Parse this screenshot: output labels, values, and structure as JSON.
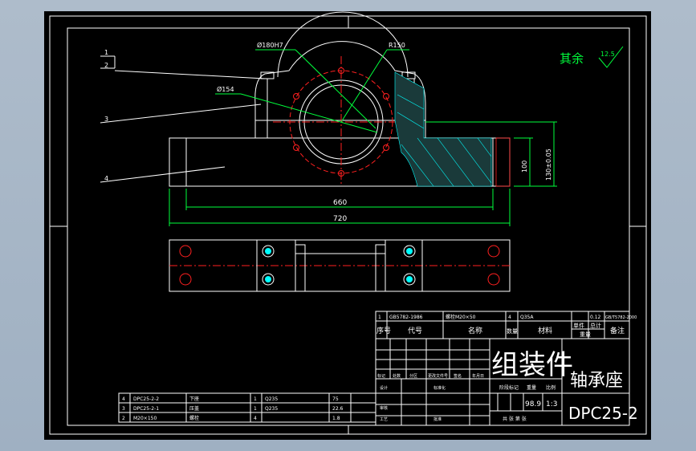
{
  "drawing": {
    "note_label": "其余",
    "roughness": "12.5",
    "dim_bore": "Ø180H7",
    "dim_radius": "R150",
    "dim_bolt_circle": "Ø154",
    "dim_660": "660",
    "dim_720": "720",
    "dim_100": "100",
    "dim_130": "130±0.05",
    "balloons": [
      "1",
      "2",
      "3",
      "4"
    ]
  },
  "title_block": {
    "header_row": {
      "no": "1",
      "code": "GB5782-1986",
      "name": "螺栓M20×50",
      "qty": "4",
      "mat": "Q35A",
      "unit_wt": "0.12",
      "note": "GB/T5782-2000"
    },
    "col_no": "序号",
    "col_code": "代号",
    "col_name": "名称",
    "col_qty": "数量",
    "col_mat": "材料",
    "col_single": "单件",
    "col_total": "总计",
    "col_weight": "重量",
    "col_note": "备注",
    "assembly": "组装件",
    "part_name": "轴承座",
    "drawing_no": "DPC25-2",
    "weight": "98.9",
    "scale": "1:3",
    "stage_label": "阶段标记",
    "weight_label": "重量",
    "scale_label": "比例",
    "sheet_label": "共 张 第 张",
    "rev_labels": [
      "标记",
      "处数",
      "分区",
      "更改文件号",
      "签名",
      "年月日"
    ],
    "sign_labels": [
      "设计",
      "审核",
      "工艺",
      "标准化",
      "批准"
    ]
  },
  "bom_rows": [
    {
      "no": "4",
      "code": "DPC25-2-2",
      "name": "下座",
      "qty": "1",
      "mat": "Q235",
      "wt": "75"
    },
    {
      "no": "3",
      "code": "DPC25-2-1",
      "name": "压盖",
      "qty": "1",
      "mat": "Q235",
      "wt": "22.6"
    },
    {
      "no": "2",
      "code": "M20×150",
      "name": "螺栓",
      "qty": "4",
      "mat": "",
      "wt": "1.8"
    }
  ]
}
